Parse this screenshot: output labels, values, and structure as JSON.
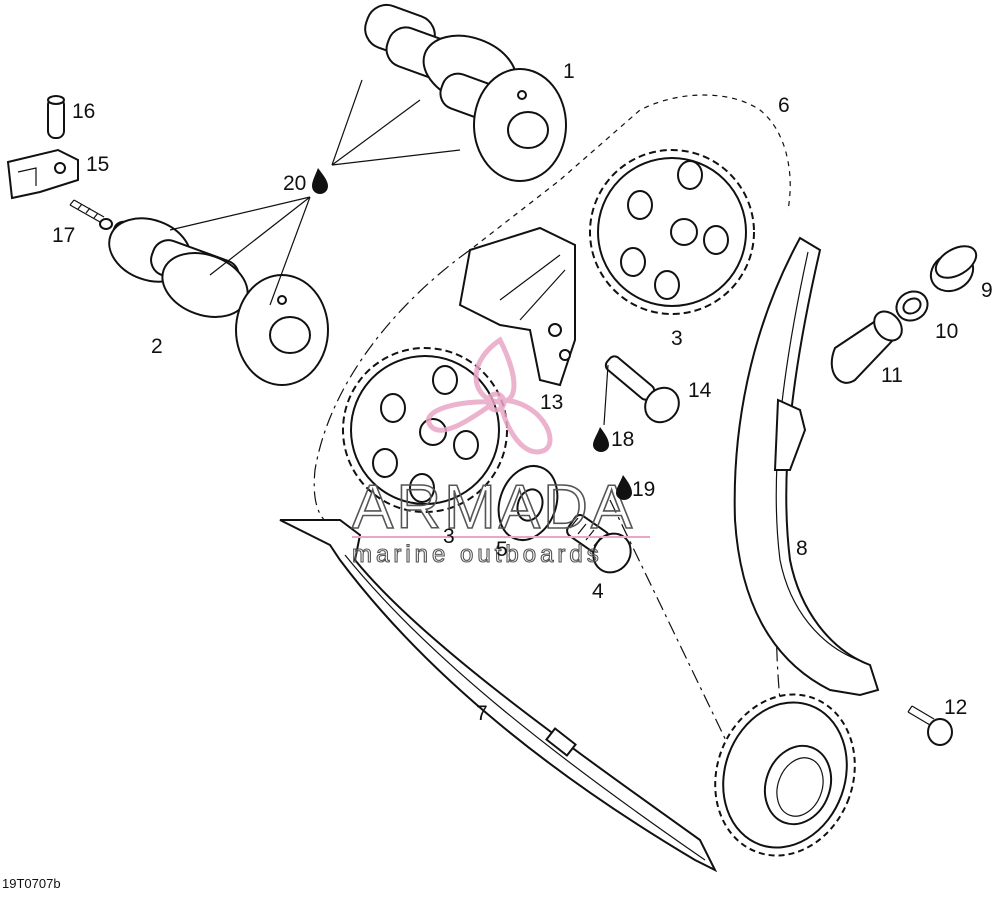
{
  "drawing_code": "19T0707b",
  "watermark": {
    "brand": "ARMADA",
    "tagline": "marine outboards",
    "accent": "#e9a6c6"
  },
  "callouts": [
    {
      "id": "1",
      "text": "1"
    },
    {
      "id": "2",
      "text": "2"
    },
    {
      "id": "3a",
      "text": "3"
    },
    {
      "id": "3b",
      "text": "3"
    },
    {
      "id": "4",
      "text": "4"
    },
    {
      "id": "5",
      "text": "5"
    },
    {
      "id": "6",
      "text": "6"
    },
    {
      "id": "7",
      "text": "7"
    },
    {
      "id": "8",
      "text": "8"
    },
    {
      "id": "9",
      "text": "9"
    },
    {
      "id": "10",
      "text": "10"
    },
    {
      "id": "11",
      "text": "11"
    },
    {
      "id": "12",
      "text": "12"
    },
    {
      "id": "13",
      "text": "13"
    },
    {
      "id": "14",
      "text": "14"
    },
    {
      "id": "15",
      "text": "15"
    },
    {
      "id": "16",
      "text": "16"
    },
    {
      "id": "17",
      "text": "17"
    },
    {
      "id": "18",
      "text": "18"
    },
    {
      "id": "19",
      "text": "19"
    },
    {
      "id": "20",
      "text": "20"
    }
  ],
  "icons": {
    "lubricant": "oil-drop-icon"
  }
}
